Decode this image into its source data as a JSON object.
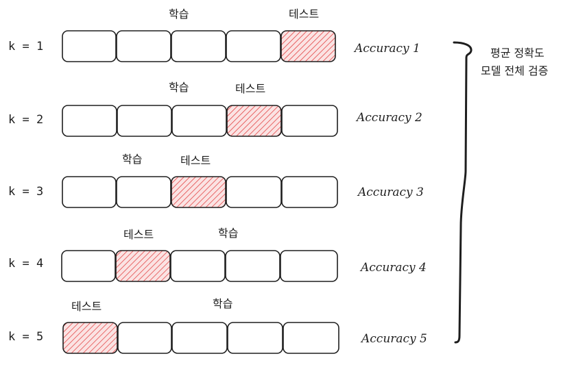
{
  "rows": [
    {
      "k_label": "k = 1",
      "train_label": "학습",
      "test_label": "테스트",
      "accuracy_label": "Accuracy 1",
      "test_fold": 5
    },
    {
      "k_label": "k = 2",
      "train_label": "학습",
      "test_label": "테스트",
      "accuracy_label": "Accuracy 2",
      "test_fold": 4
    },
    {
      "k_label": "k = 3",
      "train_label": "학습",
      "test_label": "테스트",
      "accuracy_label": "Accuracy 3",
      "test_fold": 3
    },
    {
      "k_label": "k = 4",
      "train_label": "학습",
      "test_label": "테스트",
      "accuracy_label": "Accuracy 4",
      "test_fold": 2
    },
    {
      "k_label": "k = 5",
      "train_label": "학습",
      "test_label": "테스트",
      "accuracy_label": "Accuracy 5",
      "test_fold": 1
    }
  ],
  "bracket_note": {
    "line1": "평균 정확도",
    "line2": "모델 전체 검증"
  },
  "colors": {
    "stroke": "#1e1e1e",
    "test_fill": "#e03131",
    "box_fill": "#ffffff"
  }
}
